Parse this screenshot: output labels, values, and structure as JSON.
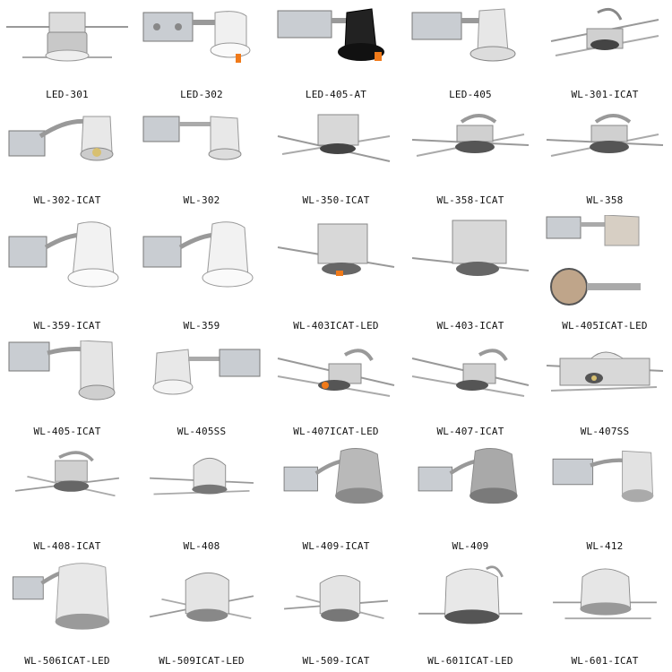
{
  "products": [
    {
      "label": "LED-301",
      "icon": "recessed-housing-led"
    },
    {
      "label": "LED-302",
      "icon": "remodel-housing-led"
    },
    {
      "label": "LED-405-AT",
      "icon": "remodel-housing-black"
    },
    {
      "label": "LED-405",
      "icon": "remodel-housing-led"
    },
    {
      "label": "WL-301-ICAT",
      "icon": "new-construction-housing"
    },
    {
      "label": "WL-302-ICAT",
      "icon": "remodel-housing"
    },
    {
      "label": "WL-302",
      "icon": "remodel-housing"
    },
    {
      "label": "WL-350-ICAT",
      "icon": "new-construction-housing"
    },
    {
      "label": "WL-358-ICAT",
      "icon": "new-construction-housing"
    },
    {
      "label": "WL-358",
      "icon": "new-construction-housing"
    },
    {
      "label": "WL-359-ICAT",
      "icon": "remodel-housing"
    },
    {
      "label": "WL-359",
      "icon": "remodel-housing"
    },
    {
      "label": "WL-403ICAT-LED",
      "icon": "new-construction-housing"
    },
    {
      "label": "WL-403-ICAT",
      "icon": "new-construction-housing"
    },
    {
      "label": "WL-405ICAT-LED",
      "icon": "remodel-housing-led"
    },
    {
      "label": "WL-405-ICAT",
      "icon": "remodel-housing"
    },
    {
      "label": "WL-405SS",
      "icon": "remodel-housing"
    },
    {
      "label": "WL-407ICAT-LED",
      "icon": "new-construction-housing"
    },
    {
      "label": "WL-407-ICAT",
      "icon": "new-construction-housing"
    },
    {
      "label": "WL-407SS",
      "icon": "new-construction-housing"
    },
    {
      "label": "WL-408-ICAT",
      "icon": "new-construction-housing"
    },
    {
      "label": "WL-408",
      "icon": "new-construction-housing"
    },
    {
      "label": "WL-409-ICAT",
      "icon": "remodel-housing"
    },
    {
      "label": "WL-409",
      "icon": "remodel-housing"
    },
    {
      "label": "WL-412",
      "icon": "remodel-housing"
    },
    {
      "label": "WL-506ICAT-LED",
      "icon": "remodel-housing-led"
    },
    {
      "label": "WL-509ICAT-LED",
      "icon": "new-construction-housing"
    },
    {
      "label": "WL-509-ICAT",
      "icon": "new-construction-housing"
    },
    {
      "label": "WL-601ICAT-LED",
      "icon": "new-construction-housing"
    },
    {
      "label": "WL-601-ICAT",
      "icon": "new-construction-housing"
    }
  ]
}
